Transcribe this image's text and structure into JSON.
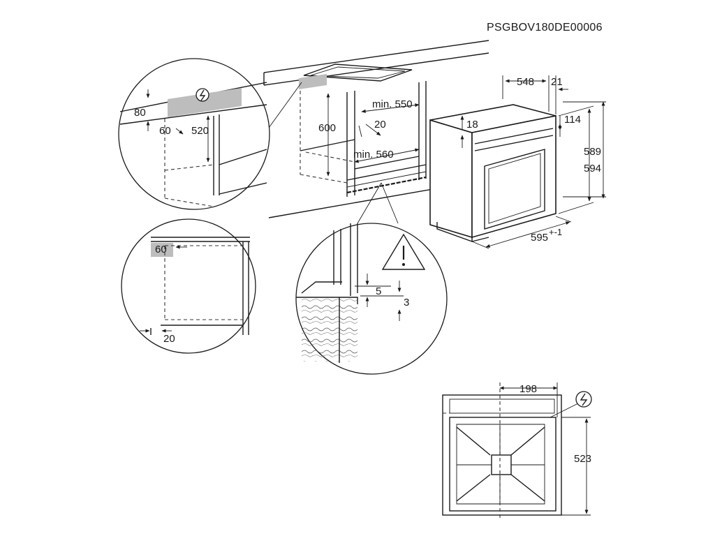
{
  "document_code": "PSGBOV180DE00006",
  "dimensions": {
    "cabinet_height": "600",
    "cabinet_depth_min": "min. 550",
    "cabinet_width_min": "min. 560",
    "shelf_gap": "20",
    "oven_depth": "548",
    "front_depth": "21",
    "top_offset": "18",
    "control_height": "114",
    "body_height": "589",
    "total_height": "594",
    "width": "595",
    "width_tolerance": "+-1",
    "detail_top_80": "80",
    "detail_top_60": "60",
    "detail_top_520": "520",
    "detail_side_60": "60",
    "detail_side_20": "20",
    "detail_gap_5": "5",
    "detail_gap_3": "3",
    "back_198": "198",
    "back_523": "523"
  },
  "icons": {
    "electrical_marker": "electrical-connection-icon",
    "warning_marker": "warning-triangle-icon"
  }
}
